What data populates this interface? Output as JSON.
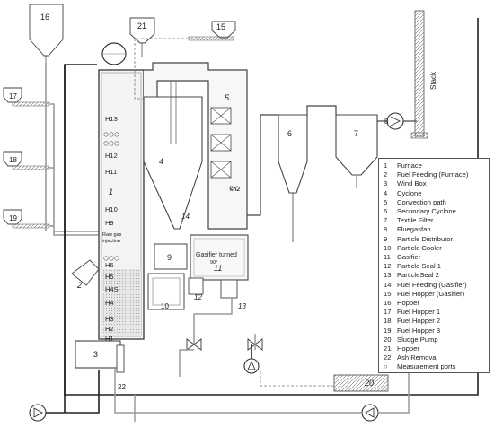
{
  "diagram": {
    "stack_label": "Stack",
    "zone_labels": [
      "H13",
      "H12",
      "H11",
      "H10",
      "H9",
      "H6",
      "H5",
      "H4S",
      "H4",
      "H3",
      "H2",
      "H1"
    ],
    "component_numbers": {
      "n1": "1",
      "n2": "2",
      "n3": "3",
      "n4": "4",
      "n5": "5",
      "n6": "6",
      "n7": "7",
      "n8": "8",
      "n9": "9",
      "n10": "10",
      "n11": "11",
      "n12": "12",
      "n13": "13",
      "n14": "14",
      "n15": "15",
      "n16": "16",
      "n17": "17",
      "n18": "18",
      "n19": "19",
      "n20": "20",
      "n21": "21",
      "n22": "22"
    },
    "raw_gas_label_1": "Raw gas",
    "raw_gas_label_2": "injection",
    "gasifier_note_1": "Gasifier turned",
    "gasifier_note_2": "90°",
    "kh2_label": "kh2"
  },
  "legend": {
    "items": [
      {
        "num": "1",
        "label": "Furnace"
      },
      {
        "num": "2",
        "label": "Fuel Feeding (Furnace)"
      },
      {
        "num": "3",
        "label": "Wind Box"
      },
      {
        "num": "4",
        "label": "Cyclone"
      },
      {
        "num": "5",
        "label": "Convection path"
      },
      {
        "num": "6",
        "label": "Secondary Cyclone"
      },
      {
        "num": "7",
        "label": "Textile Filter"
      },
      {
        "num": "8",
        "label": "Fluegasfan"
      },
      {
        "num": "9",
        "label": "Particle Distributor"
      },
      {
        "num": "10",
        "label": "Particle Cooler"
      },
      {
        "num": "11",
        "label": "Gasifier"
      },
      {
        "num": "12",
        "label": "Particle Seal 1"
      },
      {
        "num": "13",
        "label": "ParticleSeal 2"
      },
      {
        "num": "14",
        "label": "Fuel Feeding (Gasifier)"
      },
      {
        "num": "15",
        "label": "Fuel Hopper (Gasifier)"
      },
      {
        "num": "16",
        "label": "Hopper"
      },
      {
        "num": "17",
        "label": "Fuel Hopper 1"
      },
      {
        "num": "18",
        "label": "Fuel Hopper 2"
      },
      {
        "num": "19",
        "label": "Fuel Hopper 3"
      },
      {
        "num": "20",
        "label": "Sludge Pump"
      },
      {
        "num": "21",
        "label": "Hopper"
      },
      {
        "num": "22",
        "label": "Ash Removal"
      },
      {
        "num": "○",
        "label": "Measurement ports"
      }
    ]
  }
}
